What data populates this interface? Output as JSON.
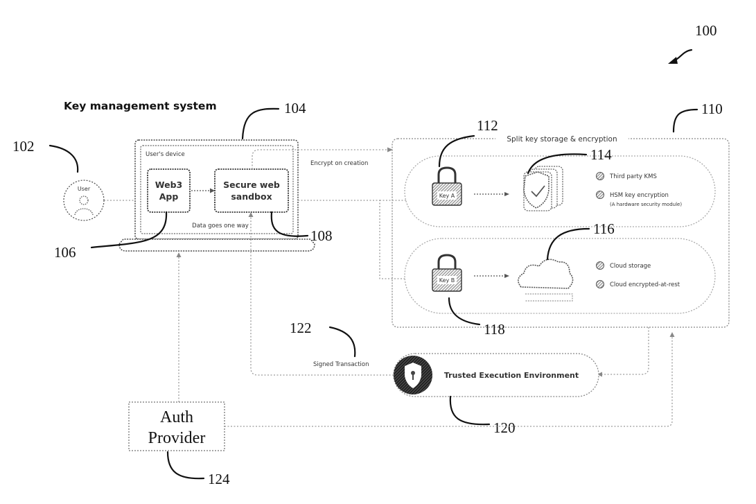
{
  "refs": {
    "r100": "100",
    "r102": "102",
    "r104": "104",
    "r106": "106",
    "r108": "108",
    "r110": "110",
    "r112": "112",
    "r114": "114",
    "r116": "116",
    "r118": "118",
    "r120": "120",
    "r122": "122",
    "r124": "124"
  },
  "title": "Key management system",
  "device": {
    "label": "User's device",
    "web3_line1": "Web3",
    "web3_line2": "App",
    "sandbox_line1": "Secure web",
    "sandbox_line2": "sandbox",
    "footer": "Data goes one way"
  },
  "user_label": "User",
  "encrypt_label": "Encrypt on creation",
  "storage": {
    "title": "Split key storage & encryption",
    "key_a": "Key A",
    "key_b": "Key B",
    "a_item1": "Third party KMS",
    "a_item2": "HSM key encryption",
    "a_item2_sub": "(A hardware security module)",
    "b_item1": "Cloud storage",
    "b_item2": "Cloud encrypted-at-rest"
  },
  "signed_label": "Signed Transaction",
  "tee_label": "Trusted Execution Environment",
  "auth": {
    "line1": "Auth",
    "line2": "Provider"
  },
  "colors": {
    "line": "#9a9a9a",
    "ink": "#111111"
  }
}
